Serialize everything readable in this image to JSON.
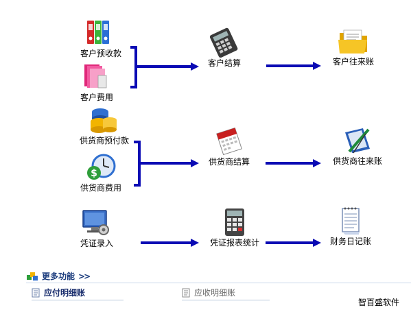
{
  "flow": {
    "customer": {
      "prepay_label": "客户预收款",
      "expense_label": "客户费用",
      "settle_label": "客户结算",
      "ledger_label": "客户往来账"
    },
    "supplier": {
      "prepay_label": "供货商预付款",
      "expense_label": "供货商费用",
      "settle_label": "供货商结算",
      "ledger_label": "供货商往来账"
    },
    "voucher": {
      "entry_label": "凭证录入",
      "report_label": "凭证报表统计",
      "journal_label": "财务日记账"
    }
  },
  "more": {
    "label": "更多功能",
    "chevron": ">>"
  },
  "links": {
    "payable_detail": "应付明细账",
    "receivable_detail": "应收明细账"
  },
  "brand": "智百盛软件",
  "colors": {
    "arrow": "#0a0ab4",
    "link_primary": "#1b2f6e"
  }
}
